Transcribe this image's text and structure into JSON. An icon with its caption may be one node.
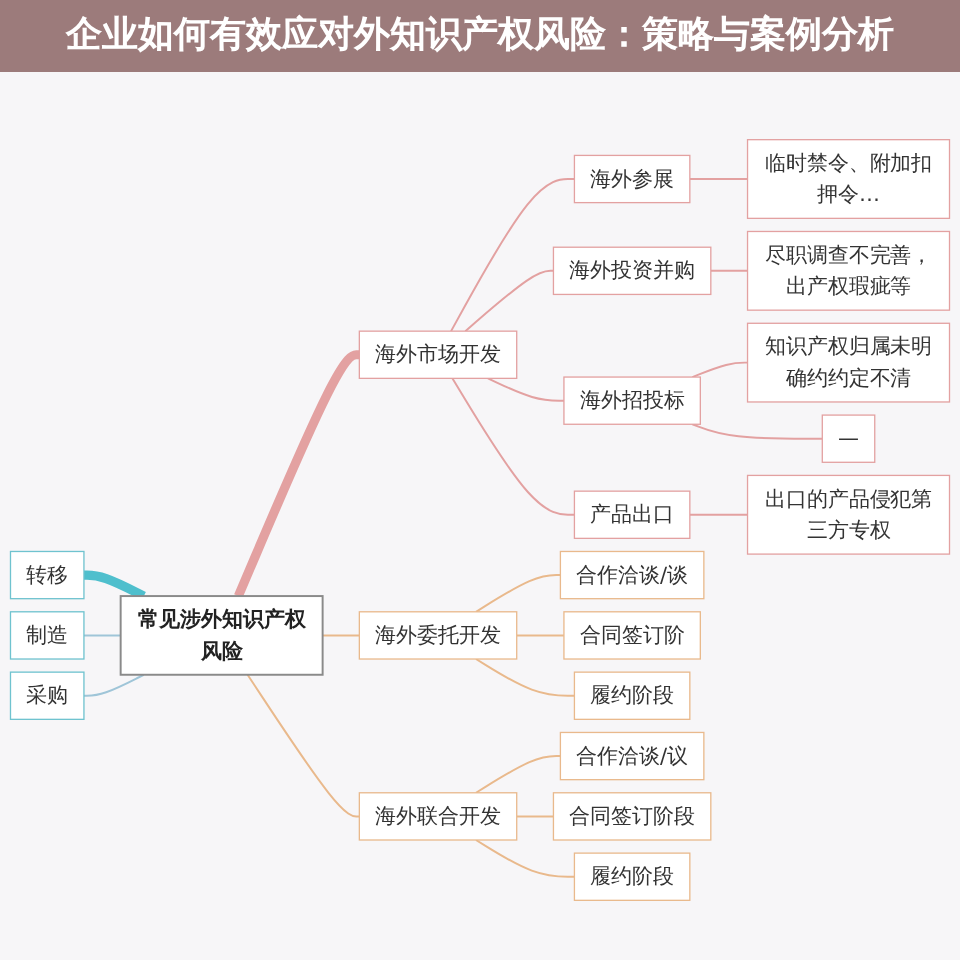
{
  "diagram": {
    "title": "企业如何有效应对外知识产权风险：策略与案例分析",
    "nodes": [
      {
        "text": [
          "常见涉外知识产权风险"
        ]
      },
      {
        "text": [
          "转移"
        ]
      },
      {
        "text": [
          "制造"
        ]
      },
      {
        "text": [
          "采购"
        ]
      },
      {
        "text": [
          "海外市场开发"
        ]
      },
      {
        "text": [
          "海外参展"
        ]
      },
      {
        "text": [
          "临时禁令、附加扣押令…"
        ]
      },
      {
        "text": [
          "海外投资并购"
        ]
      },
      {
        "text": [
          "尽职调查不完善，出产权瑕疵等"
        ]
      },
      {
        "text": [
          "海外招投标"
        ]
      },
      {
        "text": [
          "知识产权归属未明确约约定不清"
        ]
      },
      {
        "text": [
          "—"
        ]
      },
      {
        "text": [
          "产品出口"
        ]
      },
      {
        "text": [
          "出口的产品侵犯第三方专权"
        ]
      },
      {
        "text": [
          "海外委托开发"
        ]
      },
      {
        "text": [
          "合作洽谈/谈"
        ]
      },
      {
        "text": [
          "合同签订阶"
        ]
      },
      {
        "text": [
          "履约阶段"
        ]
      },
      {
        "text": [
          "海外联合开发"
        ]
      },
      {
        "text": [
          "合作洽谈/议"
        ]
      },
      {
        "text": [
          "合同签订阶段"
        ]
      },
      {
        "text": [
          "履约阶段"
        ]
      }
    ],
    "edges": [
      {
        "from": 1,
        "to": 0,
        "arrow": "none",
        "style": "thick",
        "color": "#4fbfcd"
      },
      {
        "from": 2,
        "to": 0,
        "arrow": "none",
        "color": "#9fc5d8"
      },
      {
        "from": 3,
        "to": 0,
        "arrow": "none",
        "color": "#9fc5d8"
      },
      {
        "from": 0,
        "to": 4,
        "arrow": "none",
        "style": "thick"
      },
      {
        "from": 4,
        "to": 5,
        "arrow": "none"
      },
      {
        "from": 5,
        "to": 6,
        "arrow": "none"
      },
      {
        "from": 4,
        "to": 7,
        "arrow": "none"
      },
      {
        "from": 7,
        "to": 8,
        "arrow": "none"
      },
      {
        "from": 4,
        "to": 9,
        "arrow": "none"
      },
      {
        "from": 9,
        "to": 10,
        "arrow": "none"
      },
      {
        "from": 9,
        "to": 11,
        "arrow": "none"
      },
      {
        "from": 4,
        "to": 12,
        "arrow": "none"
      },
      {
        "from": 12,
        "to": 13,
        "arrow": "none"
      },
      {
        "from": 0,
        "to": 14,
        "arrow": "none",
        "color": "#e9b98c"
      },
      {
        "from": 14,
        "to": 15,
        "arrow": "none",
        "color": "#e9b98c"
      },
      {
        "from": 14,
        "to": 16,
        "arrow": "none",
        "color": "#e9b98c"
      },
      {
        "from": 14,
        "to": 17,
        "arrow": "none",
        "color": "#e9b98c"
      },
      {
        "from": 0,
        "to": 18,
        "arrow": "none",
        "color": "#e9b98c"
      },
      {
        "from": 18,
        "to": 19,
        "arrow": "none",
        "color": "#e9b98c"
      },
      {
        "from": 18,
        "to": 20,
        "arrow": "none",
        "color": "#e9b98c"
      },
      {
        "from": 18,
        "to": 21,
        "arrow": "none",
        "color": "#e9b98c"
      }
    ]
  }
}
